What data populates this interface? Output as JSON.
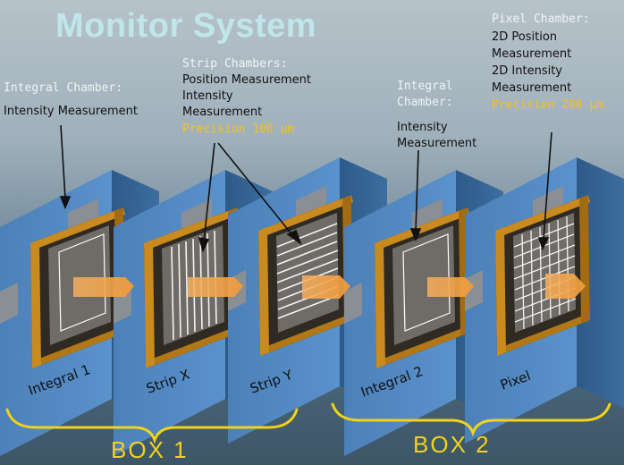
{
  "title": "Monitor System",
  "integral_chamber": {
    "heading": "Integral Chamber:",
    "desc": "Intensity Measurement"
  },
  "strip_chambers": {
    "heading": "Strip Chambers:",
    "lines": [
      "Position Measurement",
      "Intensity",
      "Measurement"
    ],
    "precision": "Precision 100 µm"
  },
  "integral_chamber_2": {
    "heading_lines": [
      "Integral",
      "Chamber:"
    ],
    "desc_lines": [
      "Intensity",
      "Measurement"
    ]
  },
  "pixel_chamber": {
    "heading": "Pixel Chamber:",
    "lines": [
      "2D Position",
      "Measurement",
      "2D Intensity",
      "Measurement"
    ],
    "precision": "Precision 200 µm"
  },
  "chambers": [
    "Integral 1",
    "Strip X",
    "Strip Y",
    "Integral 2",
    "Pixel"
  ],
  "boxes": [
    "BOX 1",
    "BOX 2"
  ],
  "colors": {
    "title": "#bfe6ea",
    "panel": "#4f86c0",
    "frame": "#c98a1f",
    "beam": "#f0a040",
    "precision": "#f4c21a",
    "box_label": "#f2d21a"
  }
}
